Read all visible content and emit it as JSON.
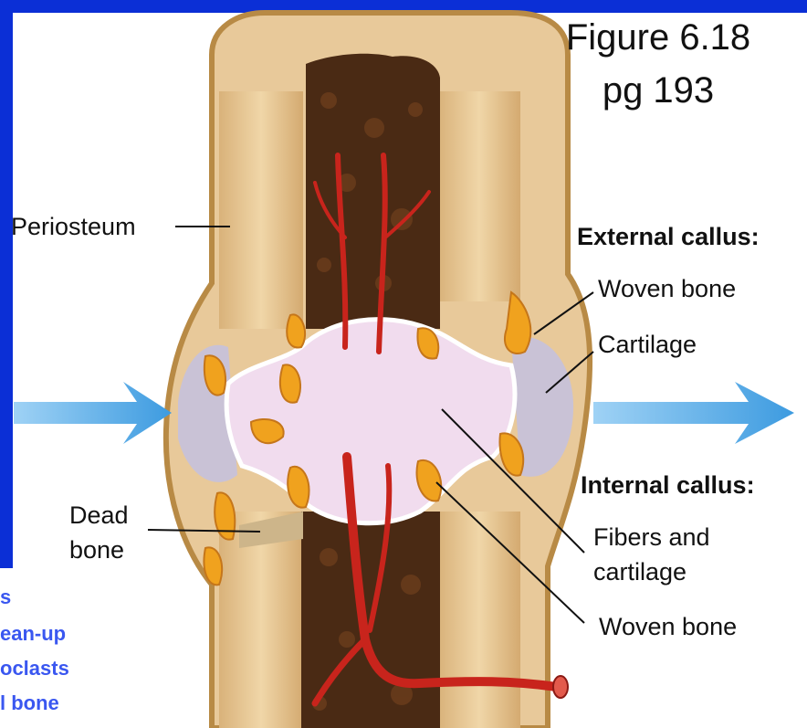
{
  "figure": {
    "line1": "Figure 6.18",
    "line2": "pg 193"
  },
  "labels": {
    "periosteum": "Periosteum",
    "external_callus": "External callus:",
    "woven_bone_external": "Woven bone",
    "cartilage": "Cartilage",
    "internal_callus": "Internal callus:",
    "fibers_line1": "Fibers and",
    "fibers_line2": "cartilage",
    "woven_bone_internal": "Woven bone",
    "dead_line1": "Dead",
    "dead_line2": "bone"
  },
  "side_text": [
    "s",
    "ean-up",
    "oclasts",
    "l bone"
  ],
  "colors": {
    "slide_background": "#0b2fd6",
    "diagram_background": "#ffffff",
    "side_text": "#3a57f0",
    "arrow": "#4aa8e8",
    "blood_vessel": "#c8241c",
    "marrow": "#4a2a14",
    "compact_bone": "#e8c99a",
    "callus_fibers": "#f1dcee",
    "cartilage": "#c9c2d6",
    "woven_bone": "#f0a21e"
  }
}
